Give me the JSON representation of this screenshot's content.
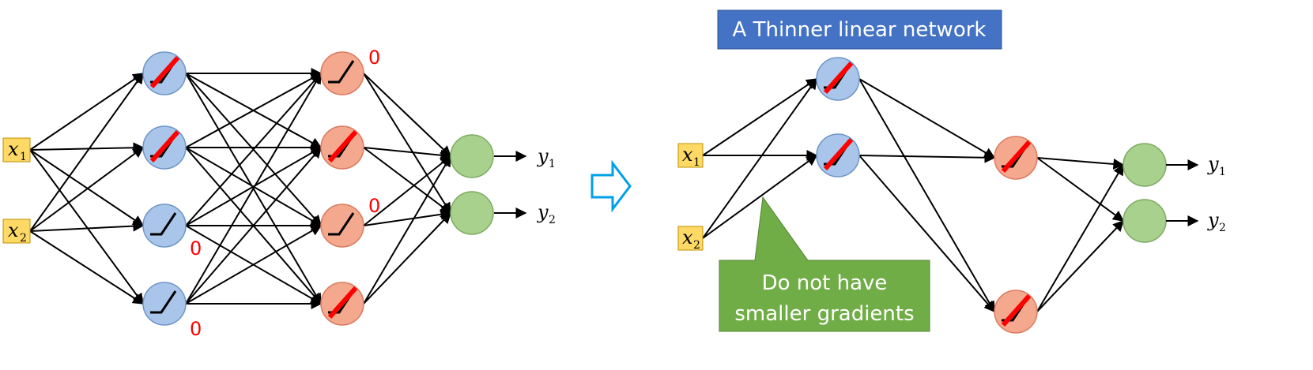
{
  "colors": {
    "relu_blue": "#a9c6ea",
    "relu_blue_stroke": "#6f95c9",
    "relu_orange": "#f4a88d",
    "relu_orange_stroke": "#d97b5f",
    "output_green": "#a9d18e",
    "output_green_stroke": "#7eab63",
    "input_box": "#ffd966",
    "input_box_stroke": "#bf9000",
    "zero_red": "#ff0000",
    "title_blue": "#4472c4",
    "callout_green": "#70ad47",
    "arrow_blue": "#00a0e9"
  },
  "left_network": {
    "inputs": [
      {
        "label": "x",
        "sub": "1"
      },
      {
        "label": "x",
        "sub": "2"
      }
    ],
    "hidden1": [
      {
        "color": "blue",
        "region": "linear",
        "zero_label": ""
      },
      {
        "color": "blue",
        "region": "linear",
        "zero_label": ""
      },
      {
        "color": "blue",
        "region": "zero",
        "zero_label": "0"
      },
      {
        "color": "blue",
        "region": "zero",
        "zero_label": "0"
      }
    ],
    "hidden2": [
      {
        "color": "orange",
        "region": "zero",
        "zero_label": "0"
      },
      {
        "color": "orange",
        "region": "linear",
        "zero_label": ""
      },
      {
        "color": "orange",
        "region": "zero",
        "zero_label": "0"
      },
      {
        "color": "orange",
        "region": "linear",
        "zero_label": ""
      }
    ],
    "outputs": [
      {
        "label": "y",
        "sub": "1"
      },
      {
        "label": "y",
        "sub": "2"
      }
    ]
  },
  "right_network": {
    "title": "A Thinner linear network",
    "inputs": [
      {
        "label": "x",
        "sub": "1"
      },
      {
        "label": "x",
        "sub": "2"
      }
    ],
    "hidden1": [
      {
        "color": "blue",
        "region": "linear"
      },
      {
        "color": "blue",
        "region": "linear"
      }
    ],
    "hidden2": [
      {
        "color": "orange",
        "region": "linear"
      },
      {
        "color": "orange",
        "region": "linear"
      }
    ],
    "outputs": [
      {
        "label": "y",
        "sub": "1"
      },
      {
        "label": "y",
        "sub": "2"
      }
    ],
    "callout_lines": [
      "Do not have",
      "smaller gradients"
    ]
  },
  "transition_arrow": "right-arrow-icon"
}
